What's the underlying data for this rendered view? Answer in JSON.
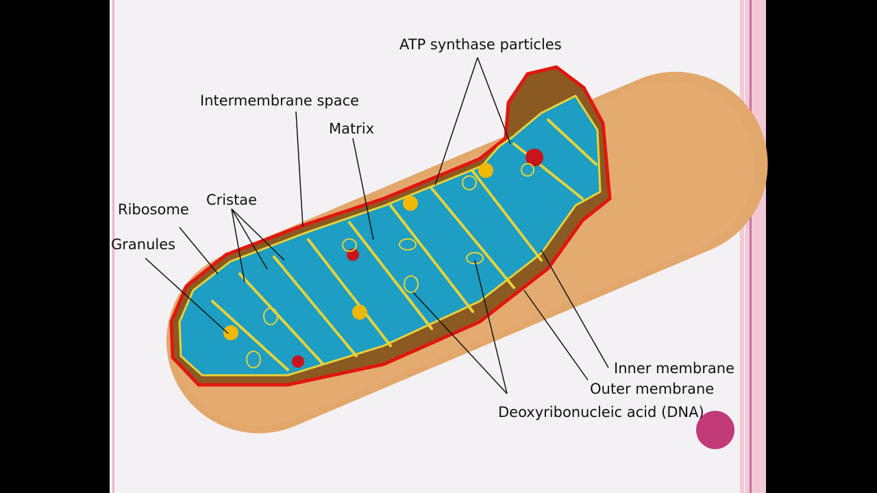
{
  "diagram": {
    "labels": {
      "atp": "ATP synthase particles",
      "intermembrane": "Intermembrane space",
      "matrix": "Matrix",
      "cristae": "Cristae",
      "ribosome": "Ribosome",
      "granules": "Granules",
      "inner": "Inner membrane",
      "outer": "Outer membrane",
      "dna": "Deoxyribonucleic acid (DNA)"
    },
    "colors": {
      "outer": "#e2a76a",
      "membrane": "#e0170f",
      "matrix": "#1d9ec2",
      "cristae": "#e8d23a",
      "dot": "#c23a78"
    }
  }
}
